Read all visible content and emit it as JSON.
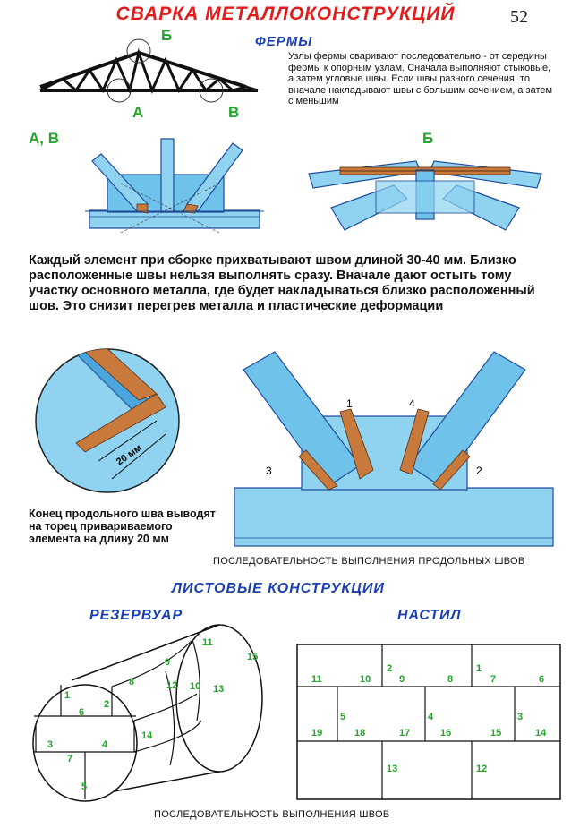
{
  "page": {
    "title": "СВАРКА МЕТАЛЛОКОНСТРУКЦИЙ",
    "page_number": "52"
  },
  "trusses": {
    "heading": "ФЕРМЫ",
    "description": "Узлы фермы сваривают последовательно - от середины фермы к опорным узлам. Сначала выполняют стыковые, а затем угловые швы. Если швы разного сечения, то вначале накладывают швы с большим сечением, а затем с меньшим",
    "node_a": "А",
    "node_b": "Б",
    "node_v": "В",
    "label_av": "А, В",
    "label_b": "Б"
  },
  "main_text": "Каждый элемент при сборке прихватывают швом длиной 30-40 мм. Близко расположенные швы нельзя  выполнять сразу. Вначале дают остыть тому участку основного металла, где будет накладываться близко расположенный шов. Это снизит перегрев металла и пластические деформации",
  "detail": {
    "dimension": "20 мм",
    "note": "Конец продольного шва выводят на торец привариваемого элемента на длину 20 мм"
  },
  "sequence": {
    "labels": [
      "1",
      "4",
      "3",
      "2"
    ],
    "caption": "ПОСЛЕДОВАТЕЛЬНОСТЬ  ВЫПОЛНЕНИЯ  ПРОДОЛЬНЫХ ШВОВ"
  },
  "sheet": {
    "heading": "ЛИСТОВЫЕ  КОНСТРУКЦИИ",
    "tank_heading": "РЕЗЕРВУАР",
    "deck_heading": "НАСТИЛ",
    "tank_numbers": [
      "1",
      "2",
      "3",
      "4",
      "5",
      "6",
      "7",
      "8",
      "9",
      "10",
      "11",
      "12",
      "13",
      "14",
      "15"
    ],
    "deck_numbers": [
      "11",
      "10",
      "2",
      "9",
      "8",
      "1",
      "7",
      "6",
      "5",
      "4",
      "3",
      "19",
      "18",
      "17",
      "16",
      "15",
      "14",
      "13",
      "12"
    ],
    "caption": "ПОСЛЕДОВАТЕЛЬНОСТЬ ВЫПОЛНЕНИЯ ШВОВ"
  }
}
